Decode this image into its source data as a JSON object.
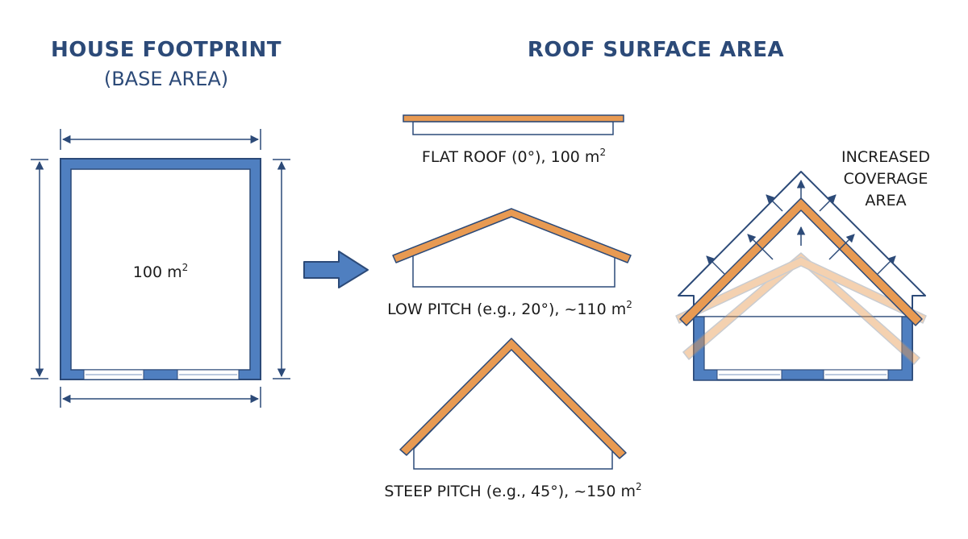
{
  "colors": {
    "navy": "#2c4a78",
    "wall_blue": "#4f7fc0",
    "roof_orange": "#e89a52",
    "roof_outline": "#2c4a78",
    "text": "#1c1c1c"
  },
  "footprint": {
    "title": "HOUSE FOOTPRINT",
    "subtitle": "(BASE AREA)",
    "area_value": "100 m",
    "area_sup": "2"
  },
  "roof_section": {
    "title": "ROOF SURFACE AREA",
    "flat": {
      "label": "FLAT ROOF (0°), 100 m",
      "sup": "2",
      "pitch_deg": 0
    },
    "low": {
      "label": "LOW PITCH (e.g., 20°), ~110 m",
      "sup": "2",
      "pitch_deg": 20
    },
    "steep": {
      "label": "STEEP PITCH (e.g., 45°), ~150 m",
      "sup": "2",
      "pitch_deg": 45
    }
  },
  "coverage": {
    "line1": "INCREASED",
    "line2": "COVERAGE",
    "line3": "AREA"
  },
  "icons": {
    "transition_arrow": "arrow-right-icon",
    "dimension_arrow": "double-headed-arrow-icon",
    "coverage_arrow": "arrow-up-icon"
  }
}
